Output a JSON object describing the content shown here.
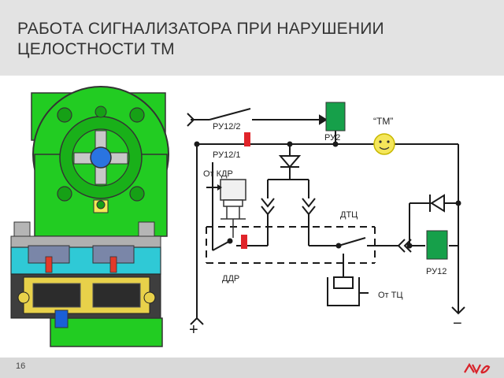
{
  "slide": {
    "title_line1": "РАБОТА СИГНАЛИЗАТОРА ПРИ НАРУШЕНИИ",
    "title_line2": "ЦЕЛОСТНОСТИ ТМ",
    "page_number": "16"
  },
  "labels": {
    "ru12_2": "РУ12/2",
    "ru12_1": "РУ12/1",
    "ru2": "РУ2",
    "tm": "“ТМ”",
    "ot_kdr": "От КДР",
    "dtc": "ДТЦ",
    "ddr": "ДДР",
    "ot_tc": "От ТЦ",
    "ru12": "РУ12",
    "plus": "+",
    "minus": "−"
  },
  "colors": {
    "relay_green": "#16a04a",
    "contact_red": "#e0242a",
    "lamp_yellow": "#f4e65a",
    "device_green": "#22cc22",
    "device_cyan": "#2fc9d6",
    "logo_red": "#d8232a"
  }
}
